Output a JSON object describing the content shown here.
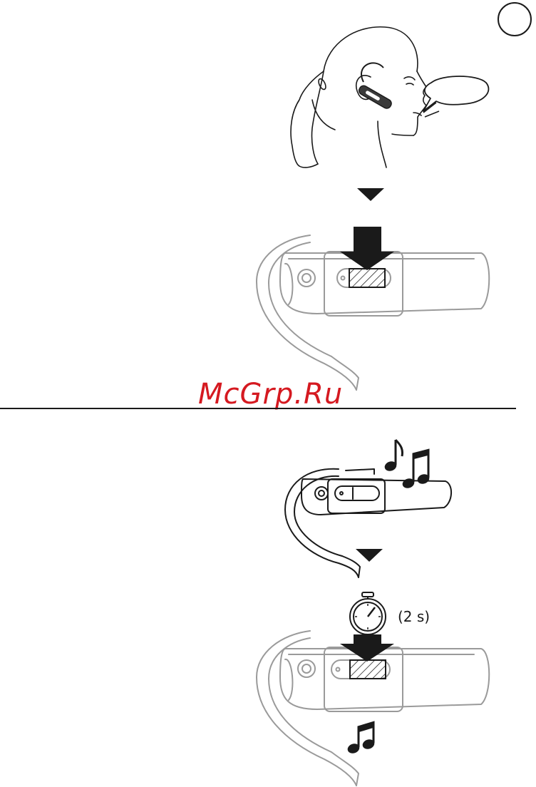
{
  "watermark": {
    "text": "McGrp.Ru"
  },
  "timer": {
    "duration_label": "(2 s)"
  },
  "icons": {
    "page_badge": "circle-page-marker",
    "user_speaking": "person-speaking-illustration",
    "speech_bubble": "speech-bubble-icon",
    "headset_press": "headset-button-press-illustration",
    "headset_tone": "headset-with-tone-illustration",
    "headset_hold": "headset-button-hold-illustration",
    "arrow_down": "arrow-down-icon",
    "music_notes": "music-notes-icon",
    "music_note": "music-note-icon",
    "stopwatch": "stopwatch-icon"
  },
  "colors": {
    "ink": "#1a1a1a",
    "grey_line": "#9a9a9a",
    "watermark": "#d51920"
  }
}
